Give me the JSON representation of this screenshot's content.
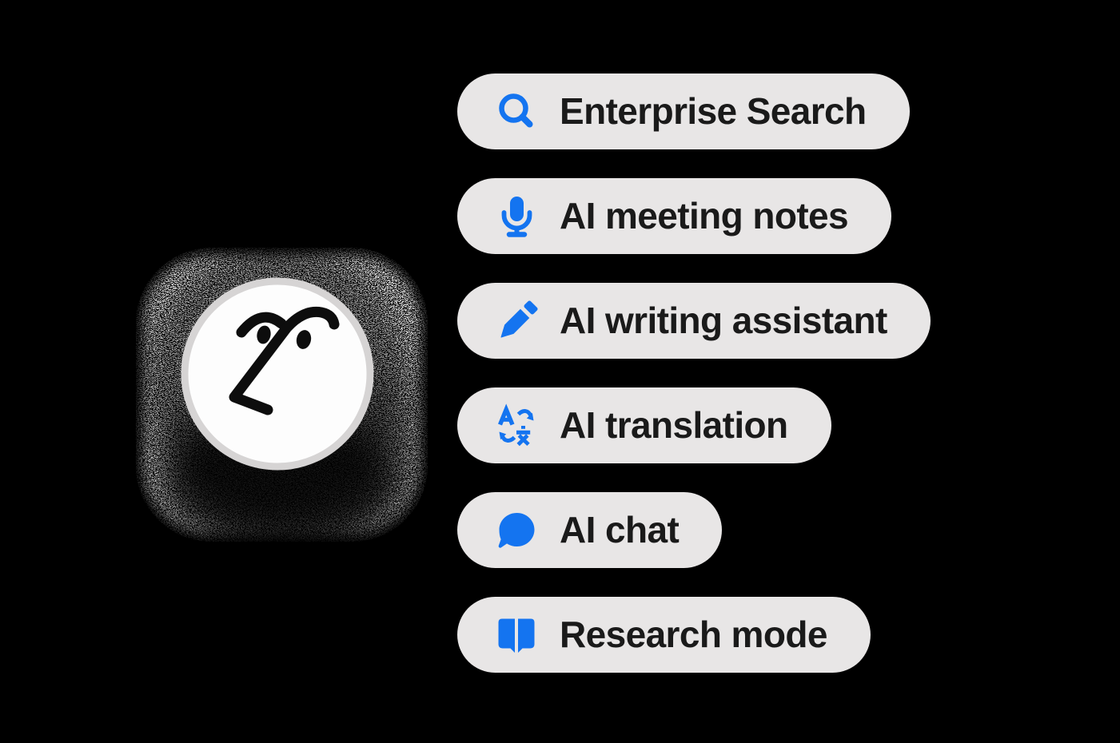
{
  "hero": {
    "background_color": "#000000",
    "accent_color": "#1474F0",
    "pill": {
      "background_color": "#E8E6E6",
      "text_color": "#1A1A1A"
    },
    "app_icon": {
      "description": "grainy rounded-square tile with doodle face in white circle",
      "texture": "noise",
      "circle_color": "#FDFDFD",
      "ring_color": "#D6D4D4",
      "doodle_color": "#0D0D0D"
    },
    "features": [
      {
        "label": "Enterprise Search",
        "icon": "search-icon"
      },
      {
        "label": "AI meeting notes",
        "icon": "microphone-icon"
      },
      {
        "label": "AI writing assistant",
        "icon": "pen-icon"
      },
      {
        "label": "AI translation",
        "icon": "translate-icon"
      },
      {
        "label": "AI chat",
        "icon": "chat-bubble-icon"
      },
      {
        "label": "Research mode",
        "icon": "open-book-icon"
      }
    ]
  }
}
